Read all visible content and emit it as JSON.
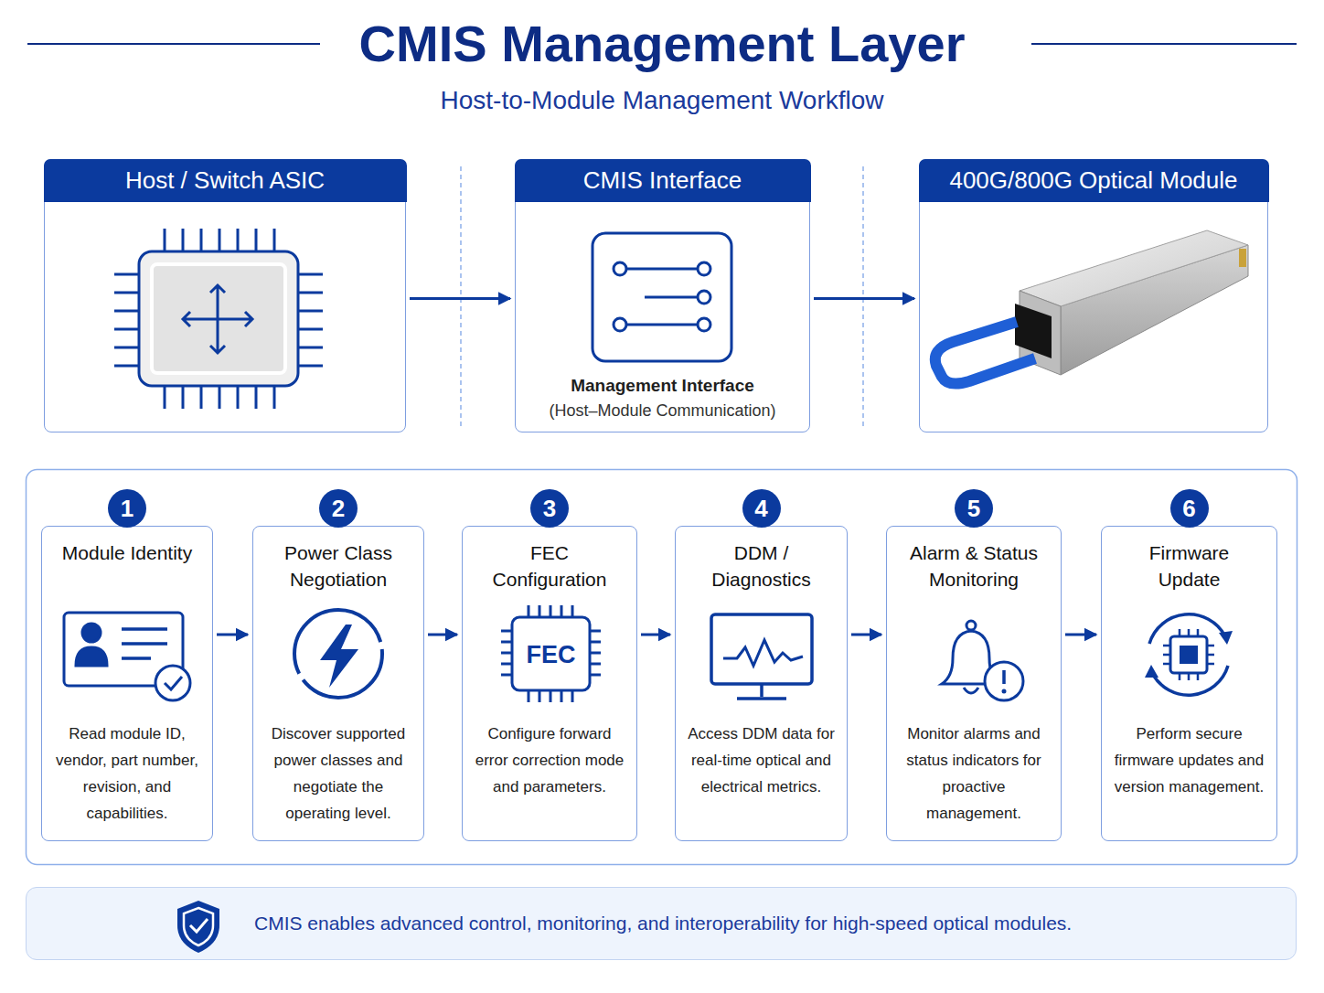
{
  "diagram": {
    "title": "CMIS Management Layer",
    "nodes": [
      {
        "text": [
          "Host / Switch ASIC"
        ]
      },
      {
        "text": [
          "CMIS Interface",
          "Management Interface",
          "(Host–Module Communication)"
        ]
      },
      {
        "text": [
          "400G/800G Optical Module"
        ]
      },
      {
        "text": [
          "1",
          "Module Identity",
          "Read module ID, vendor, part number, revision, and capabilities."
        ]
      },
      {
        "text": [
          "2",
          "Power Class Negotiation",
          "Discover supported power classes and negotiate the operating level."
        ]
      },
      {
        "text": [
          "3",
          "FEC Configuration",
          "Configure forward error correction mode and parameters."
        ]
      },
      {
        "text": [
          "4",
          "DDM / Diagnostics",
          "Access DDM data for real-time optical and electrical metrics."
        ]
      },
      {
        "text": [
          "5",
          "Alarm & Status Monitoring",
          "Monitor alarms and status indicators for proactive management."
        ]
      },
      {
        "text": [
          "6",
          "Firmware Update",
          "Perform secure firmware updates and version management."
        ]
      },
      {
        "text": [
          "CMIS enables advanced control, monitoring, and interoperability for high-speed optical modules."
        ]
      }
    ],
    "edges": [
      {
        "from": 0,
        "to": 1,
        "arrow": "to"
      },
      {
        "from": 1,
        "to": 2,
        "arrow": "to"
      },
      {
        "from": 3,
        "to": 4,
        "arrow": "to"
      },
      {
        "from": 4,
        "to": 5,
        "arrow": "to"
      },
      {
        "from": 5,
        "to": 6,
        "arrow": "to"
      },
      {
        "from": 6,
        "to": 7,
        "arrow": "to"
      },
      {
        "from": 7,
        "to": 8,
        "arrow": "to"
      }
    ],
    "labels": [
      "Host-to-Module Management Workflow",
      "FEC"
    ]
  }
}
